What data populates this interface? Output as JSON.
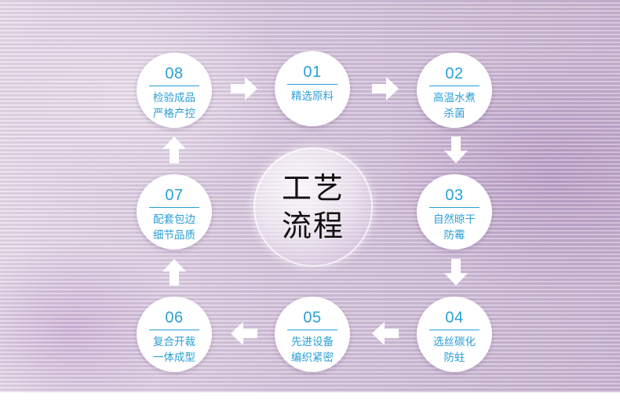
{
  "center": {
    "line1": "工艺",
    "line2": "流程"
  },
  "steps": [
    {
      "num": "01",
      "line1": "精选原料",
      "line2": ""
    },
    {
      "num": "02",
      "line1": "高温水煮",
      "line2": "杀菌"
    },
    {
      "num": "03",
      "line1": "自然晾干",
      "line2": "防霉"
    },
    {
      "num": "04",
      "line1": "选丝碳化",
      "line2": "防蛀"
    },
    {
      "num": "05",
      "line1": "先进设备",
      "line2": "编织紧密"
    },
    {
      "num": "06",
      "line1": "复合开裁",
      "line2": "一体成型"
    },
    {
      "num": "07",
      "line1": "配套包边",
      "line2": "细节品质"
    },
    {
      "num": "08",
      "line1": "检验成品",
      "line2": "严格产控"
    }
  ],
  "colors": {
    "accent": "#2a9fd6",
    "node_bg": "#ffffff",
    "arrow": "#ffffff"
  },
  "icons": {
    "arrow_right": "arrow-right-icon",
    "arrow_left": "arrow-left-icon",
    "arrow_up": "arrow-up-icon",
    "arrow_down": "arrow-down-icon"
  }
}
